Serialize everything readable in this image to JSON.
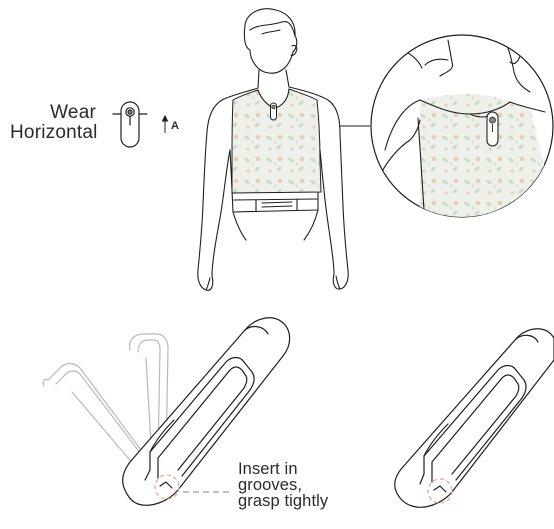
{
  "orientation_label": {
    "line1": "Wear",
    "line2": "Horizontal"
  },
  "axis_label": "A",
  "instruction": {
    "line1": "Insert in",
    "line2": "grooves,",
    "line3": "grasp tightly"
  },
  "colors": {
    "line": "#1f1f1f",
    "ghost": "#b9b9b9",
    "shirt_fill": "#eef1ea",
    "pattern_leaf": "#cfd8c8",
    "pattern_flower": "#e8cdbb",
    "highlight": "#f0a58f",
    "leader": "#9c9c9c"
  }
}
